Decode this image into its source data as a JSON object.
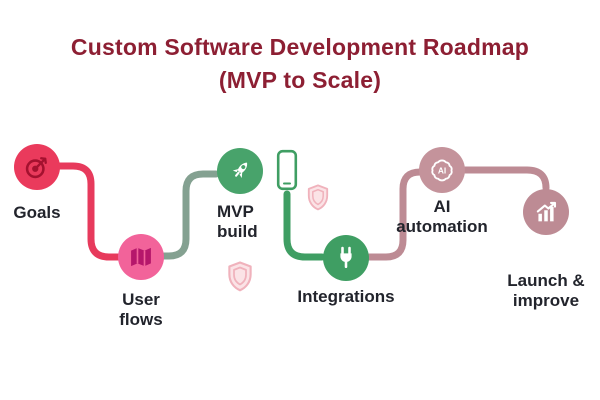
{
  "title": {
    "line1": "Custom Software Development Roadmap",
    "line2": "(MVP to Scale)"
  },
  "nodes": [
    {
      "id": "goals",
      "label": "Goals",
      "icon": "target-icon"
    },
    {
      "id": "user-flows",
      "label": "User flows",
      "icon": "map-icon"
    },
    {
      "id": "mvp-build",
      "label": "MVP build",
      "icon": "rocket-icon"
    },
    {
      "id": "integrations",
      "label": "Integrations",
      "icon": "plug-icon"
    },
    {
      "id": "ai-automation",
      "label": "AI automation",
      "icon": "ai-brain-icon"
    },
    {
      "id": "launch-improve",
      "label": "Launch & improve",
      "icon": "growth-chart-icon"
    }
  ],
  "icons": {
    "ai_text": "AI"
  },
  "decorations": [
    {
      "icon": "smartphone-icon"
    },
    {
      "icon": "shield-icon"
    },
    {
      "icon": "shield-icon"
    }
  ],
  "colors": {
    "title": "#8d1f33",
    "label": "#22242c",
    "goals": "#ea3a5c",
    "goals_icon": "#a4112f",
    "user_flows": "#f2639a",
    "user_flows_icon": "#b5176b",
    "mvp_build": "#48a36b",
    "integrations": "#3f9e63",
    "ai_automation": "#c4939b",
    "launch_improve": "#bd8b94",
    "connector_red": "#e73a5c",
    "connector_sage": "#84a191",
    "connector_green": "#3f9e63",
    "connector_mauve": "#bd8b94",
    "shield_fill": "#fbe3e6",
    "shield_stroke": "#f0b2bc",
    "icon_on_dark": "#ffffff"
  }
}
